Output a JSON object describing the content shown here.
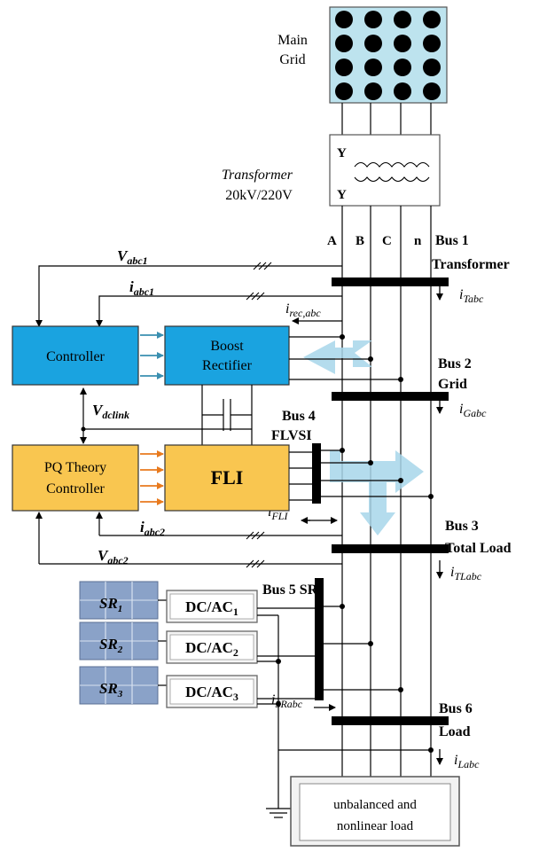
{
  "grid": {
    "line1": "Main",
    "line2": "Grid"
  },
  "transformer": {
    "name": "Transformer",
    "rating": "20kV/220V",
    "y_top": "Y",
    "y_bottom": "Y"
  },
  "phases": [
    "A",
    "B",
    "C",
    "n"
  ],
  "buses": {
    "bus1": {
      "line1": "Bus 1",
      "line2": "Transformer",
      "current": "i",
      "current_sub": "Tabc"
    },
    "bus2": {
      "line1": "Bus 2",
      "line2": "Grid",
      "current": "i",
      "current_sub": "Gabc"
    },
    "bus3": {
      "line1": "Bus 3",
      "line2": "Total Load",
      "current": "i",
      "current_sub": "TLabc"
    },
    "bus4": {
      "line1": "Bus 4",
      "line2": "FLVSI"
    },
    "bus5": {
      "line1": "Bus 5 SR"
    },
    "bus6": {
      "line1": "Bus 6",
      "line2": "Load",
      "current": "i",
      "current_sub": "Labc"
    }
  },
  "signals": {
    "vabc1": {
      "main": "V",
      "sub": "abc1"
    },
    "iabc1": {
      "main": "i",
      "sub": "abc1"
    },
    "irec": {
      "main": "i",
      "sub": "rec,abc"
    },
    "vdclink": {
      "main": "V",
      "sub": "dclink"
    },
    "iabc2": {
      "main": "i",
      "sub": "abc2"
    },
    "vabc2": {
      "main": "V",
      "sub": "abc2"
    },
    "ifli": {
      "main": "i",
      "sub": "FLI"
    },
    "isr": {
      "main": "i",
      "sub": "SRabc"
    }
  },
  "blocks": {
    "controller": "Controller",
    "boost": {
      "line1": "Boost",
      "line2": "Rectifier"
    },
    "pq": {
      "line1": "PQ Theory",
      "line2": "Controller"
    },
    "fli": "FLI",
    "dcac": [
      {
        "main": "DC/AC",
        "sub": "1"
      },
      {
        "main": "DC/AC",
        "sub": "2"
      },
      {
        "main": "DC/AC",
        "sub": "3"
      }
    ],
    "sr": [
      {
        "main": "SR",
        "sub": "1"
      },
      {
        "main": "SR",
        "sub": "2"
      },
      {
        "main": "SR",
        "sub": "3"
      }
    ]
  },
  "load": {
    "line1": "unbalanced and",
    "line2": "nonlinear load"
  },
  "colors": {
    "blue_block": "#1aa3e0",
    "yellow_block": "#f9c650",
    "grid_fill": "#bde3ee",
    "arrow_fill": "#a8d6ea",
    "orange_arrow": "#e87a1e",
    "teal_arrow": "#3a8fb0",
    "panel": "#8aa2c8"
  }
}
